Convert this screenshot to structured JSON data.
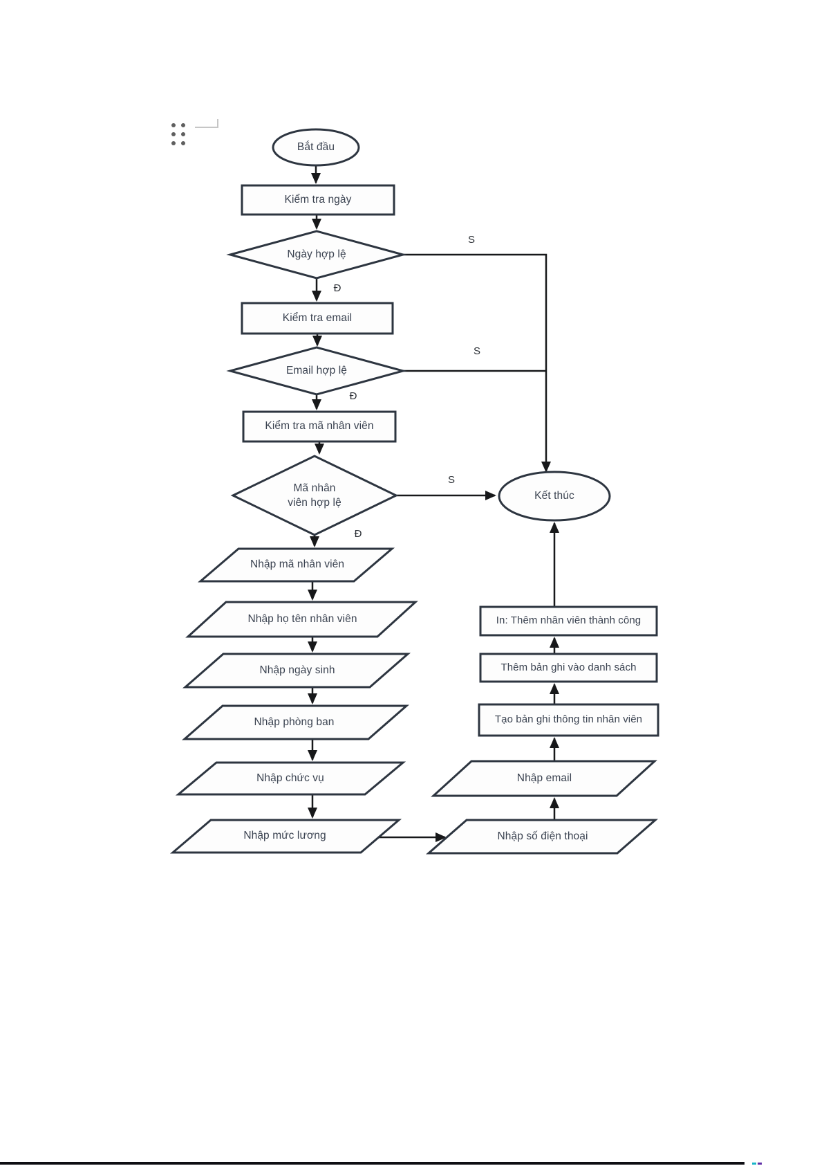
{
  "page": {
    "colors": {
      "background": "#ffffff",
      "shape_border": "#2d3540",
      "shape_fill": "#fdfdfd",
      "node_text": "#3a4250",
      "connector": "#17181a",
      "drag_handle_dots": "#5f5f5f",
      "corner_mark": "#c6c6c6",
      "window_bottom_bar": "#0e0e13",
      "window_accent_teal": "#1ab6c9",
      "window_accent_purple": "#5e2ea6"
    },
    "icons": {
      "drag_handle": "six-dot-drag-handle",
      "corner_mark": "selection-corner"
    }
  },
  "flowchart": {
    "nodes": {
      "start": "Bắt đầu",
      "check_date": "Kiểm tra ngày",
      "date_valid": "Ngày hợp lệ",
      "check_email": "Kiểm tra email",
      "email_valid": "Email hợp lệ",
      "check_employee_id": "Kiểm tra mã nhân viên",
      "employee_id_valid_line1": "Mã nhân",
      "employee_id_valid_line2": "viên hợp lệ",
      "end": "Kết thúc",
      "input_employee_id": "Nhập mã nhân viên",
      "input_full_name": "Nhập họ tên nhân viên",
      "input_dob": "Nhập ngày sinh",
      "input_department": "Nhập phòng ban",
      "input_position": "Nhập chức vụ",
      "input_salary": "Nhập mức lương",
      "input_phone": "Nhập số điện thoại",
      "input_email": "Nhập email",
      "create_record": "Tạo bản ghi thông tin nhân viên",
      "add_record_to_list": "Thêm bản ghi vào danh sách",
      "print_success": "In: Thêm nhân viên thành công"
    },
    "edges": [
      {
        "from": "start",
        "to": "check_date",
        "label": ""
      },
      {
        "from": "check_date",
        "to": "date_valid",
        "label": ""
      },
      {
        "from": "date_valid",
        "to": "check_email",
        "label": "Đ"
      },
      {
        "from": "date_valid",
        "to": "end",
        "label": "S"
      },
      {
        "from": "check_email",
        "to": "email_valid",
        "label": ""
      },
      {
        "from": "email_valid",
        "to": "check_employee_id",
        "label": "Đ"
      },
      {
        "from": "email_valid",
        "to": "end",
        "label": "S"
      },
      {
        "from": "check_employee_id",
        "to": "employee_id_valid",
        "label": ""
      },
      {
        "from": "employee_id_valid",
        "to": "input_employee_id",
        "label": "Đ"
      },
      {
        "from": "employee_id_valid",
        "to": "end",
        "label": "S"
      },
      {
        "from": "input_employee_id",
        "to": "input_full_name",
        "label": ""
      },
      {
        "from": "input_full_name",
        "to": "input_dob",
        "label": ""
      },
      {
        "from": "input_dob",
        "to": "input_department",
        "label": ""
      },
      {
        "from": "input_department",
        "to": "input_position",
        "label": ""
      },
      {
        "from": "input_position",
        "to": "input_salary",
        "label": ""
      },
      {
        "from": "input_salary",
        "to": "input_phone",
        "label": ""
      },
      {
        "from": "input_phone",
        "to": "input_email",
        "label": ""
      },
      {
        "from": "input_email",
        "to": "create_record",
        "label": ""
      },
      {
        "from": "create_record",
        "to": "add_record_to_list",
        "label": ""
      },
      {
        "from": "add_record_to_list",
        "to": "print_success",
        "label": ""
      },
      {
        "from": "print_success",
        "to": "end",
        "label": ""
      }
    ]
  }
}
